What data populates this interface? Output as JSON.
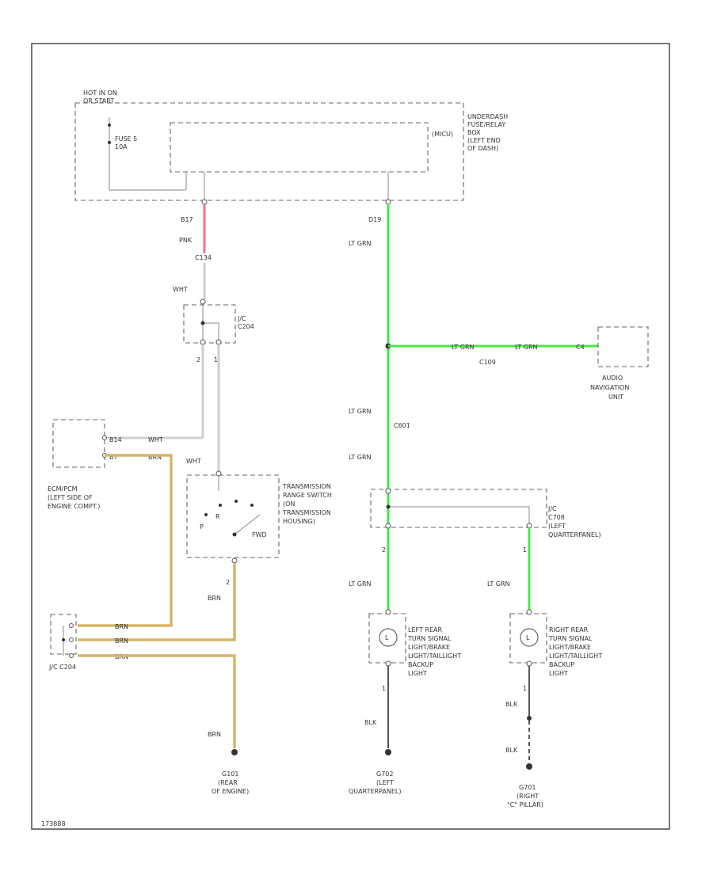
{
  "labels": {
    "hot_in_on": "HOT IN ON",
    "or_start": "OR START",
    "fuse": "FUSE 5",
    "fuse_rating": "10A",
    "fuse_box_1": "UNDERDASH",
    "fuse_box_2": "FUSE/RELAY",
    "fuse_box_3": "BOX",
    "fuse_box_4": "(LEFT END",
    "fuse_box_5": "OF DASH)",
    "mico": "(MICU)",
    "b17": "B17",
    "d19": "D19",
    "pnk": "PNK",
    "c134": "C134",
    "wht_1": "WHT",
    "jc_c204_label_1": "J/C",
    "jc_c204_label_2": "C204",
    "pin_2a": "2",
    "pin_1a": "1",
    "lt_grn_1": "LT GRN",
    "lt_grn_2": "LT GRN",
    "lt_grn_3": "LT GRN",
    "lt_grn_branch": "LT GRN",
    "lt_grn_branch_2": "LT GRN",
    "c109": "C109",
    "c4": "C4",
    "audio_1": "AUDIO",
    "audio_2": "NAVIGATION",
    "audio_3": "UNIT",
    "c601": "C601",
    "b14": "B14",
    "b7": "B7",
    "wht_2": "WHT",
    "brn_1": "BRN",
    "ecm_1": "ECM/PCM",
    "ecm_2": "(LEFT SIDE OF",
    "ecm_3": "ENGINE COMPT.)",
    "wht_3": "WHT",
    "trans_1": "TRANSMISSION",
    "trans_2": "RANGE SWITCH",
    "trans_3": "(ON",
    "trans_4": "TRANSMISSION",
    "trans_5": "HOUSING)",
    "park_r": "R",
    "park_p": "P",
    "fwd": "FWD",
    "pin_2b": "2",
    "brn_2": "BRN",
    "jc_c708_1": "J/C",
    "jc_c708_2": "C708",
    "jc_c708_3": "(LEFT",
    "jc_c708_4": "QUARTERPANEL)",
    "pin_2c": "2",
    "pin_1c": "1",
    "lt_grn_4": "LT GRN",
    "lt_grn_5": "LT GRN",
    "jc_c204_bottom": "J/C C204",
    "brn_3": "BRN",
    "brn_4": "BRN",
    "brn_5": "BRN",
    "brn_6": "BRN",
    "left_lamp_1": "LEFT REAR",
    "left_lamp_2": "TURN SIGNAL",
    "left_lamp_3": "LIGHT/BRAKE",
    "left_lamp_4": "LIGHT/TAILLIGHT",
    "left_lamp_5": "BACKUP",
    "left_lamp_6": "LIGHT",
    "right_lamp_1": "RIGHT REAR",
    "right_lamp_2": "TURN SIGNAL",
    "right_lamp_3": "LIGHT/BRAKE",
    "right_lamp_4": "LIGHT/TAILLIGHT",
    "right_lamp_5": "BACKUP",
    "right_lamp_6": "LIGHT",
    "pin_1d": "1",
    "pin_1e": "1",
    "blk_1": "BLK",
    "blk_2": "BLK",
    "blk_3": "BLK",
    "g101_1": "G101",
    "g101_2": "(REAR",
    "g101_3": "OF ENGINE)",
    "g702_1": "G702",
    "g702_2": "(LEFT",
    "g702_3": "QUARTERPANEL)",
    "g701_1": "G701",
    "g701_2": "(RIGHT",
    "g701_3": "\"C\" PILLAR)",
    "footer": "173888"
  },
  "colors": {
    "green_wire": "#44e844",
    "pink_wire": "#ff6b8a",
    "tan_wire": "#d6b56a",
    "gray_wire": "#cfcfcf"
  }
}
